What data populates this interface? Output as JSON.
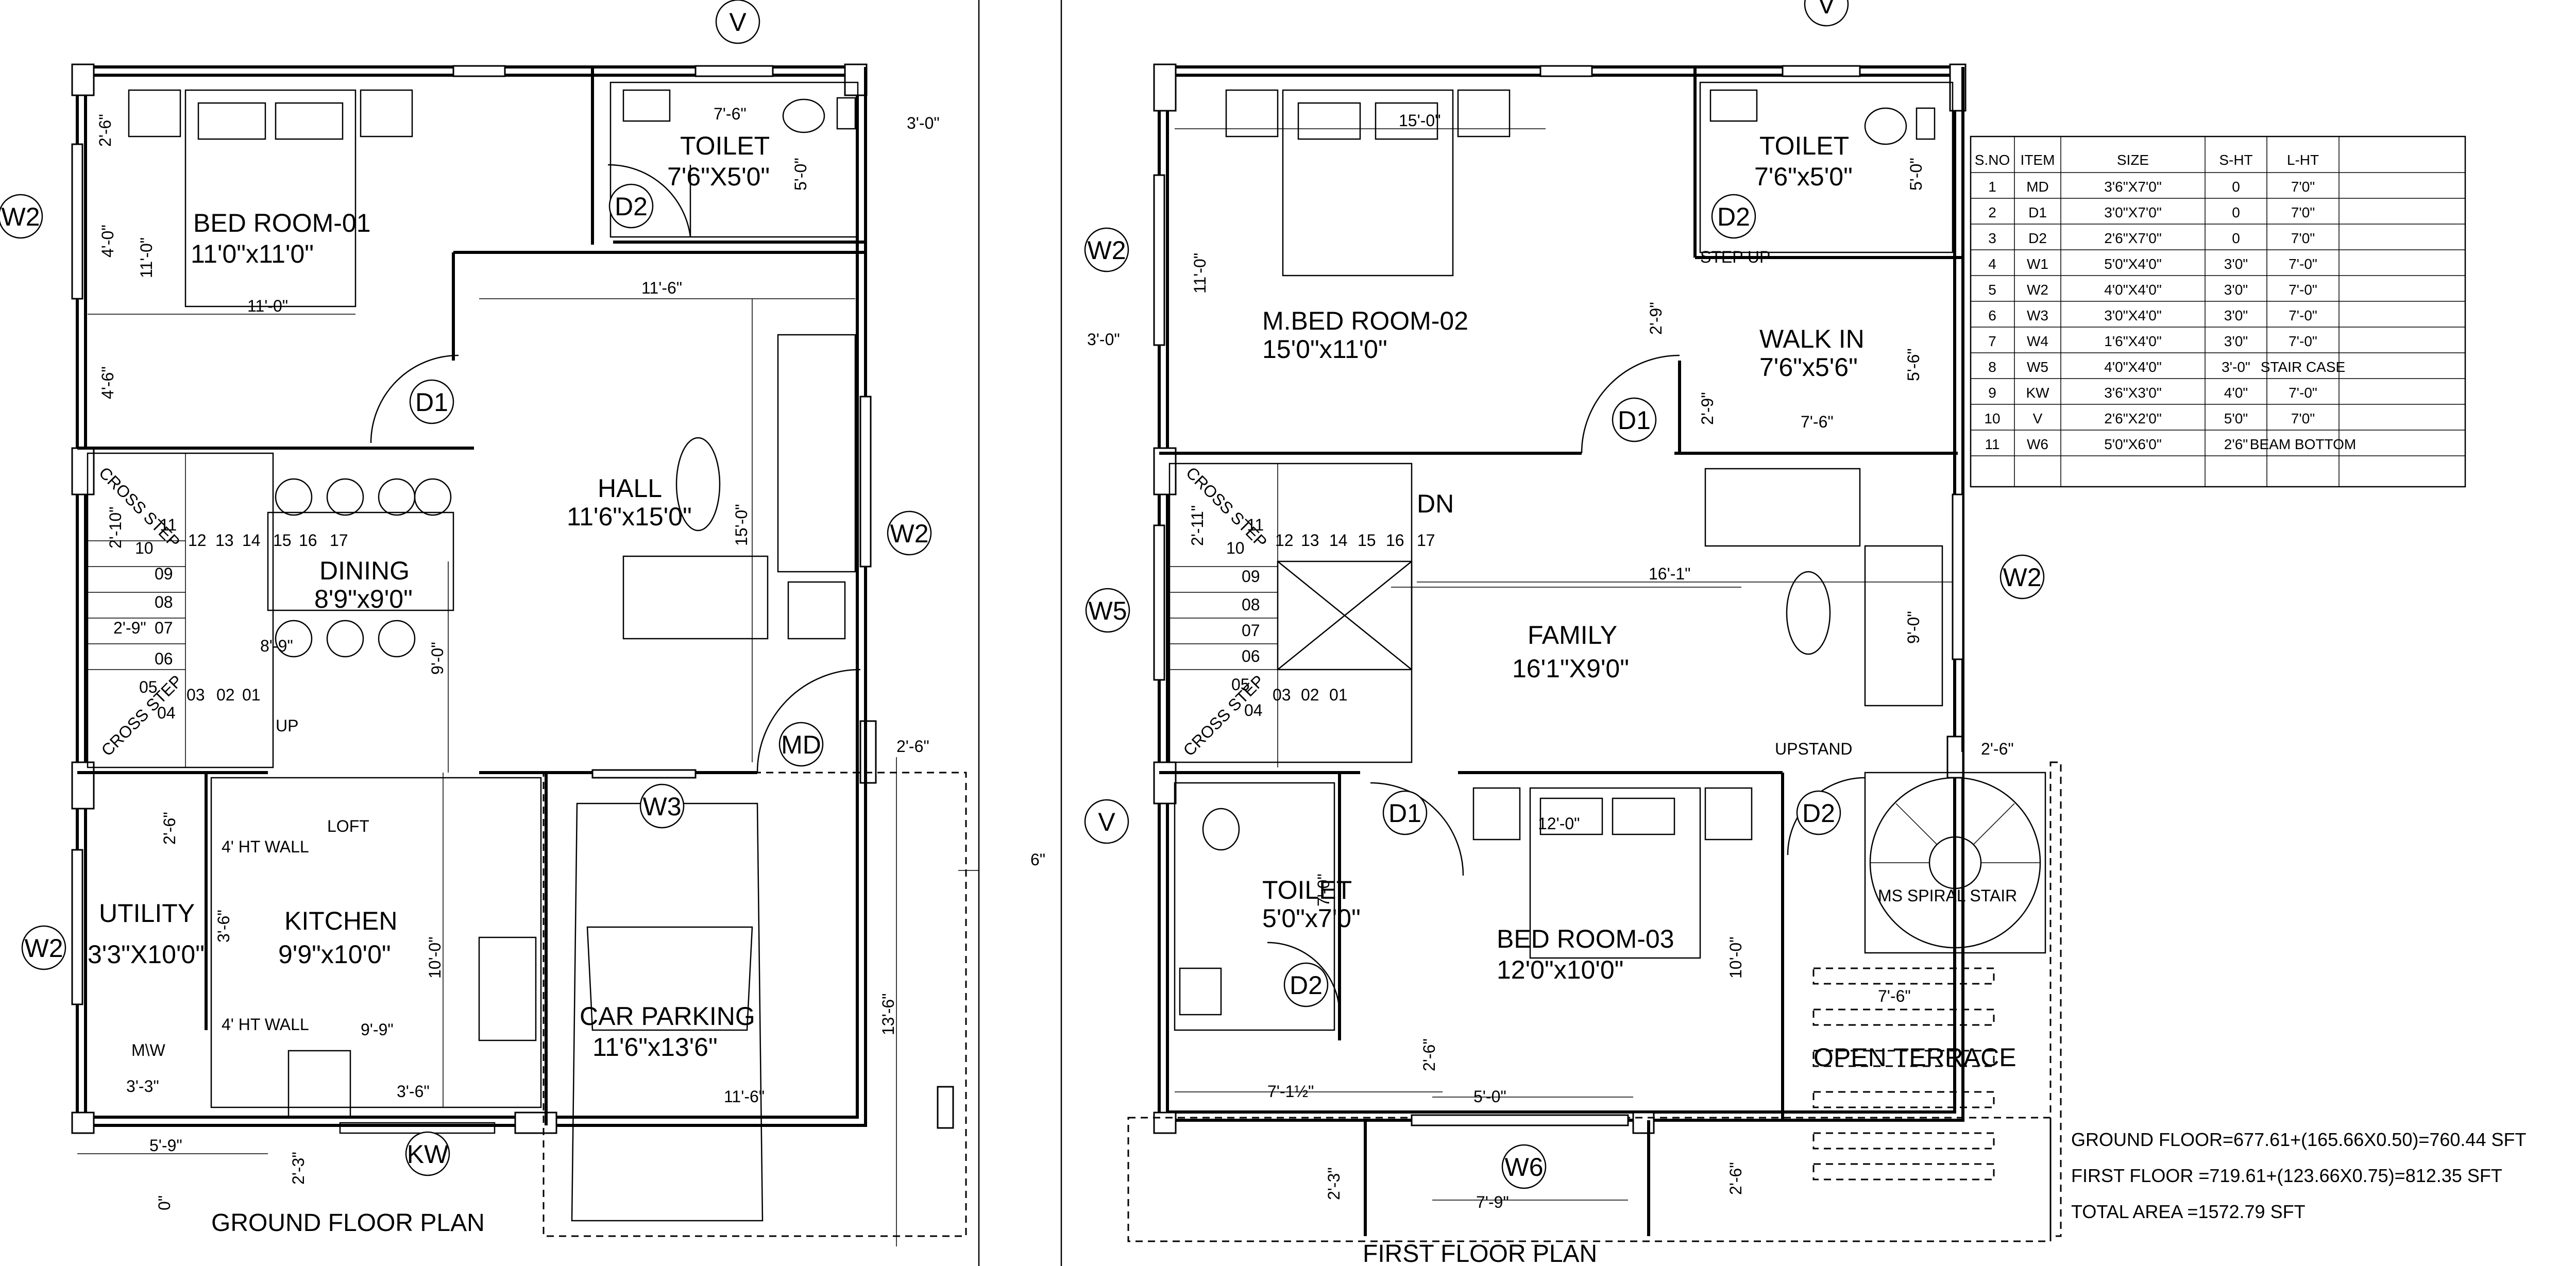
{
  "ground": {
    "title": "GROUND FLOOR PLAN",
    "rooms": {
      "bed1_name": "BED ROOM-01",
      "bed1_size": "11'0\"x11'0\"",
      "toilet_name": "TOILET",
      "toilet_size": "7'6\"X5'0\"",
      "hall_name": "HALL",
      "hall_size": "11'6\"x15'0\"",
      "dining_name": "DINING",
      "dining_size": "8'9\"x9'0\"",
      "utility_name": "UTILITY",
      "utility_size": "3'3\"X10'0\"",
      "kitchen_name": "KITCHEN",
      "kitchen_size": "9'9\"x10'0\"",
      "car_name": "CAR PARKING",
      "car_size": "11'6\"x13'6\""
    },
    "labels": {
      "up": "UP",
      "loft": "LOFT",
      "ht_wall_1": "4' HT WALL",
      "ht_wall_2": "4'  HT WALL",
      "cross_step_top": "CROSS STEP",
      "cross_step_bottom": "CROSS STEP",
      "mw": "M\\W"
    },
    "steps": [
      "01",
      "02",
      "03",
      "04",
      "05",
      "06",
      "07",
      "08",
      "09",
      "10",
      "11",
      "12",
      "13",
      "14",
      "15",
      "16",
      "17"
    ],
    "dims": {
      "d_2_6_a": "2'-6\"",
      "d_4_0": "4'-0\"",
      "d_11_0_v": "11'-0\"",
      "d_4_6": "4'-6\"",
      "d_11_0_h": "11'-0\"",
      "d_7_6": "7'-6\"",
      "d_5_0": "5'-0\"",
      "d_3_0": "3'-0\"",
      "d_11_6": "11'-6\"",
      "d_15_0": "15'-0\"",
      "d_2_10": "2'-10\"",
      "d_2_9": "2'-9\"",
      "d_8_9": "8'-9\"",
      "d_9_0": "9'-0\"",
      "d_2_6_b": "2'-6\"",
      "d_2_6_c": "2'-6\"",
      "d_3_6": "3'-6\"",
      "d_10_0": "10'-0\"",
      "d_9_9": "9'-9\"",
      "d_3_6_b": "3'-6\"",
      "d_5_9": "5'-9\"",
      "d_2_3": "2'-3\"",
      "d_3_3": "3'-3\"",
      "d_13_6": "13'-6\"",
      "d_11_6_b": "11'-6\"",
      "d_6": "6\"",
      "d_0": "0\""
    },
    "tags": {
      "v": "V",
      "w2_a": "W2",
      "d2": "D2",
      "d1": "D1",
      "w2_b": "W2",
      "md": "MD",
      "w3": "W3",
      "w2_c": "W2",
      "kw": "KW"
    }
  },
  "first": {
    "title": "FIRST FLOOR PLAN",
    "rooms": {
      "mbed_name": "M.BED ROOM-02",
      "mbed_size": "15'0\"x11'0\"",
      "toilet1_name": "TOILET",
      "toilet1_size": "7'6\"x5'0\"",
      "walkin_name": "WALK IN",
      "walkin_size": "7'6\"x5'6\"",
      "family_name": "FAMILY",
      "family_size": "16'1\"X9'0\"",
      "toilet2_name": "TOILET",
      "toilet2_size": "5'0\"x7'0\"",
      "bed3_name": "BED ROOM-03",
      "bed3_size": "12'0\"x10'0\"",
      "spiral": "MS SPIRAL STAIR",
      "terrace": "OPEN TERRACE"
    },
    "labels": {
      "dn": "DN",
      "step_up": "STEP UP",
      "upstand": "UPSTAND",
      "cross_step_top": "CROSS STEP",
      "cross_step_bottom": "CROSS STEP"
    },
    "steps": [
      "01",
      "02",
      "03",
      "04",
      "05",
      "06",
      "07",
      "08",
      "09",
      "10",
      "11",
      "12",
      "13",
      "14",
      "15",
      "16",
      "17"
    ],
    "dims": {
      "d_15_0": "15'-0\"",
      "d_11_0": "11'-0\"",
      "d_3_0": "3'-0\"",
      "d_2_9": "2'-9\"",
      "d_5_0": "5'-0\"",
      "d_5_6": "5'-6\"",
      "d_2_9_b": "2'-9\"",
      "d_7_6": "7'-6\"",
      "d_2_11": "2'-11\"",
      "d_16_1": "16'-1\"",
      "d_9_0": "9'-0\"",
      "d_2_6": "2'-6\"",
      "d_12_0": "12'-0\"",
      "d_7_0": "7'-0\"",
      "d_10_0": "10'-0\"",
      "d_7_6_b": "7'-6\"",
      "d_2_6_b": "2'-6\"",
      "d_7_1_2": "7'-1½\"",
      "d_5_0_b": "5'-0\"",
      "d_2_3": "2'-3\"",
      "d_7_9": "7'-9\"",
      "d_2_6_c": "2'-6\""
    },
    "tags": {
      "v_top": "V",
      "w2_a": "W2",
      "d2_a": "D2",
      "d1_a": "D1",
      "w5": "W5",
      "w2_b": "W2",
      "v_b": "V",
      "d1_b": "D1",
      "d2_b": "D2",
      "d2_c": "D2",
      "w6": "W6"
    }
  },
  "schedule": {
    "headers": [
      "S.NO",
      "ITEM",
      "SIZE",
      "S-HT",
      "L-HT"
    ],
    "rows": [
      [
        "1",
        "MD",
        "3'6\"X7'0\"",
        "0",
        "7'0\""
      ],
      [
        "2",
        "D1",
        "3'0\"X7'0\"",
        "0",
        "7'0\""
      ],
      [
        "3",
        "D2",
        "2'6\"X7'0\"",
        "0",
        "7'0\""
      ],
      [
        "4",
        "W1",
        "5'0\"X4'0\"",
        "3'0\"",
        "7'-0\""
      ],
      [
        "5",
        "W2",
        "4'0\"X4'0\"",
        "3'0\"",
        "7'-0\""
      ],
      [
        "6",
        "W3",
        "3'0\"X4'0\"",
        "3'0\"",
        "7'-0\""
      ],
      [
        "7",
        "W4",
        "1'6\"X4'0\"",
        "3'0\"",
        "7'-0\""
      ],
      [
        "8",
        "W5",
        "4'0\"X4'0\"",
        "3'-0\"",
        "STAIR CASE"
      ],
      [
        "9",
        "KW",
        "3'6\"X3'0\"",
        "4'0\"",
        "7'-0\""
      ],
      [
        "10",
        "V",
        "2'6\"X2'0\"",
        "5'0\"",
        "7'0\""
      ],
      [
        "11",
        "W6",
        "5'0\"X6'0\"",
        "2'6\"",
        "BEAM BOTTOM"
      ]
    ]
  },
  "areas": {
    "ground": "GROUND FLOOR=677.61+(165.66X0.50)=760.44 SFT",
    "first": "FIRST FLOOR    =719.61+(123.66X0.75)=812.35 SFT",
    "total": "TOTAL AREA       =1572.79 SFT"
  }
}
